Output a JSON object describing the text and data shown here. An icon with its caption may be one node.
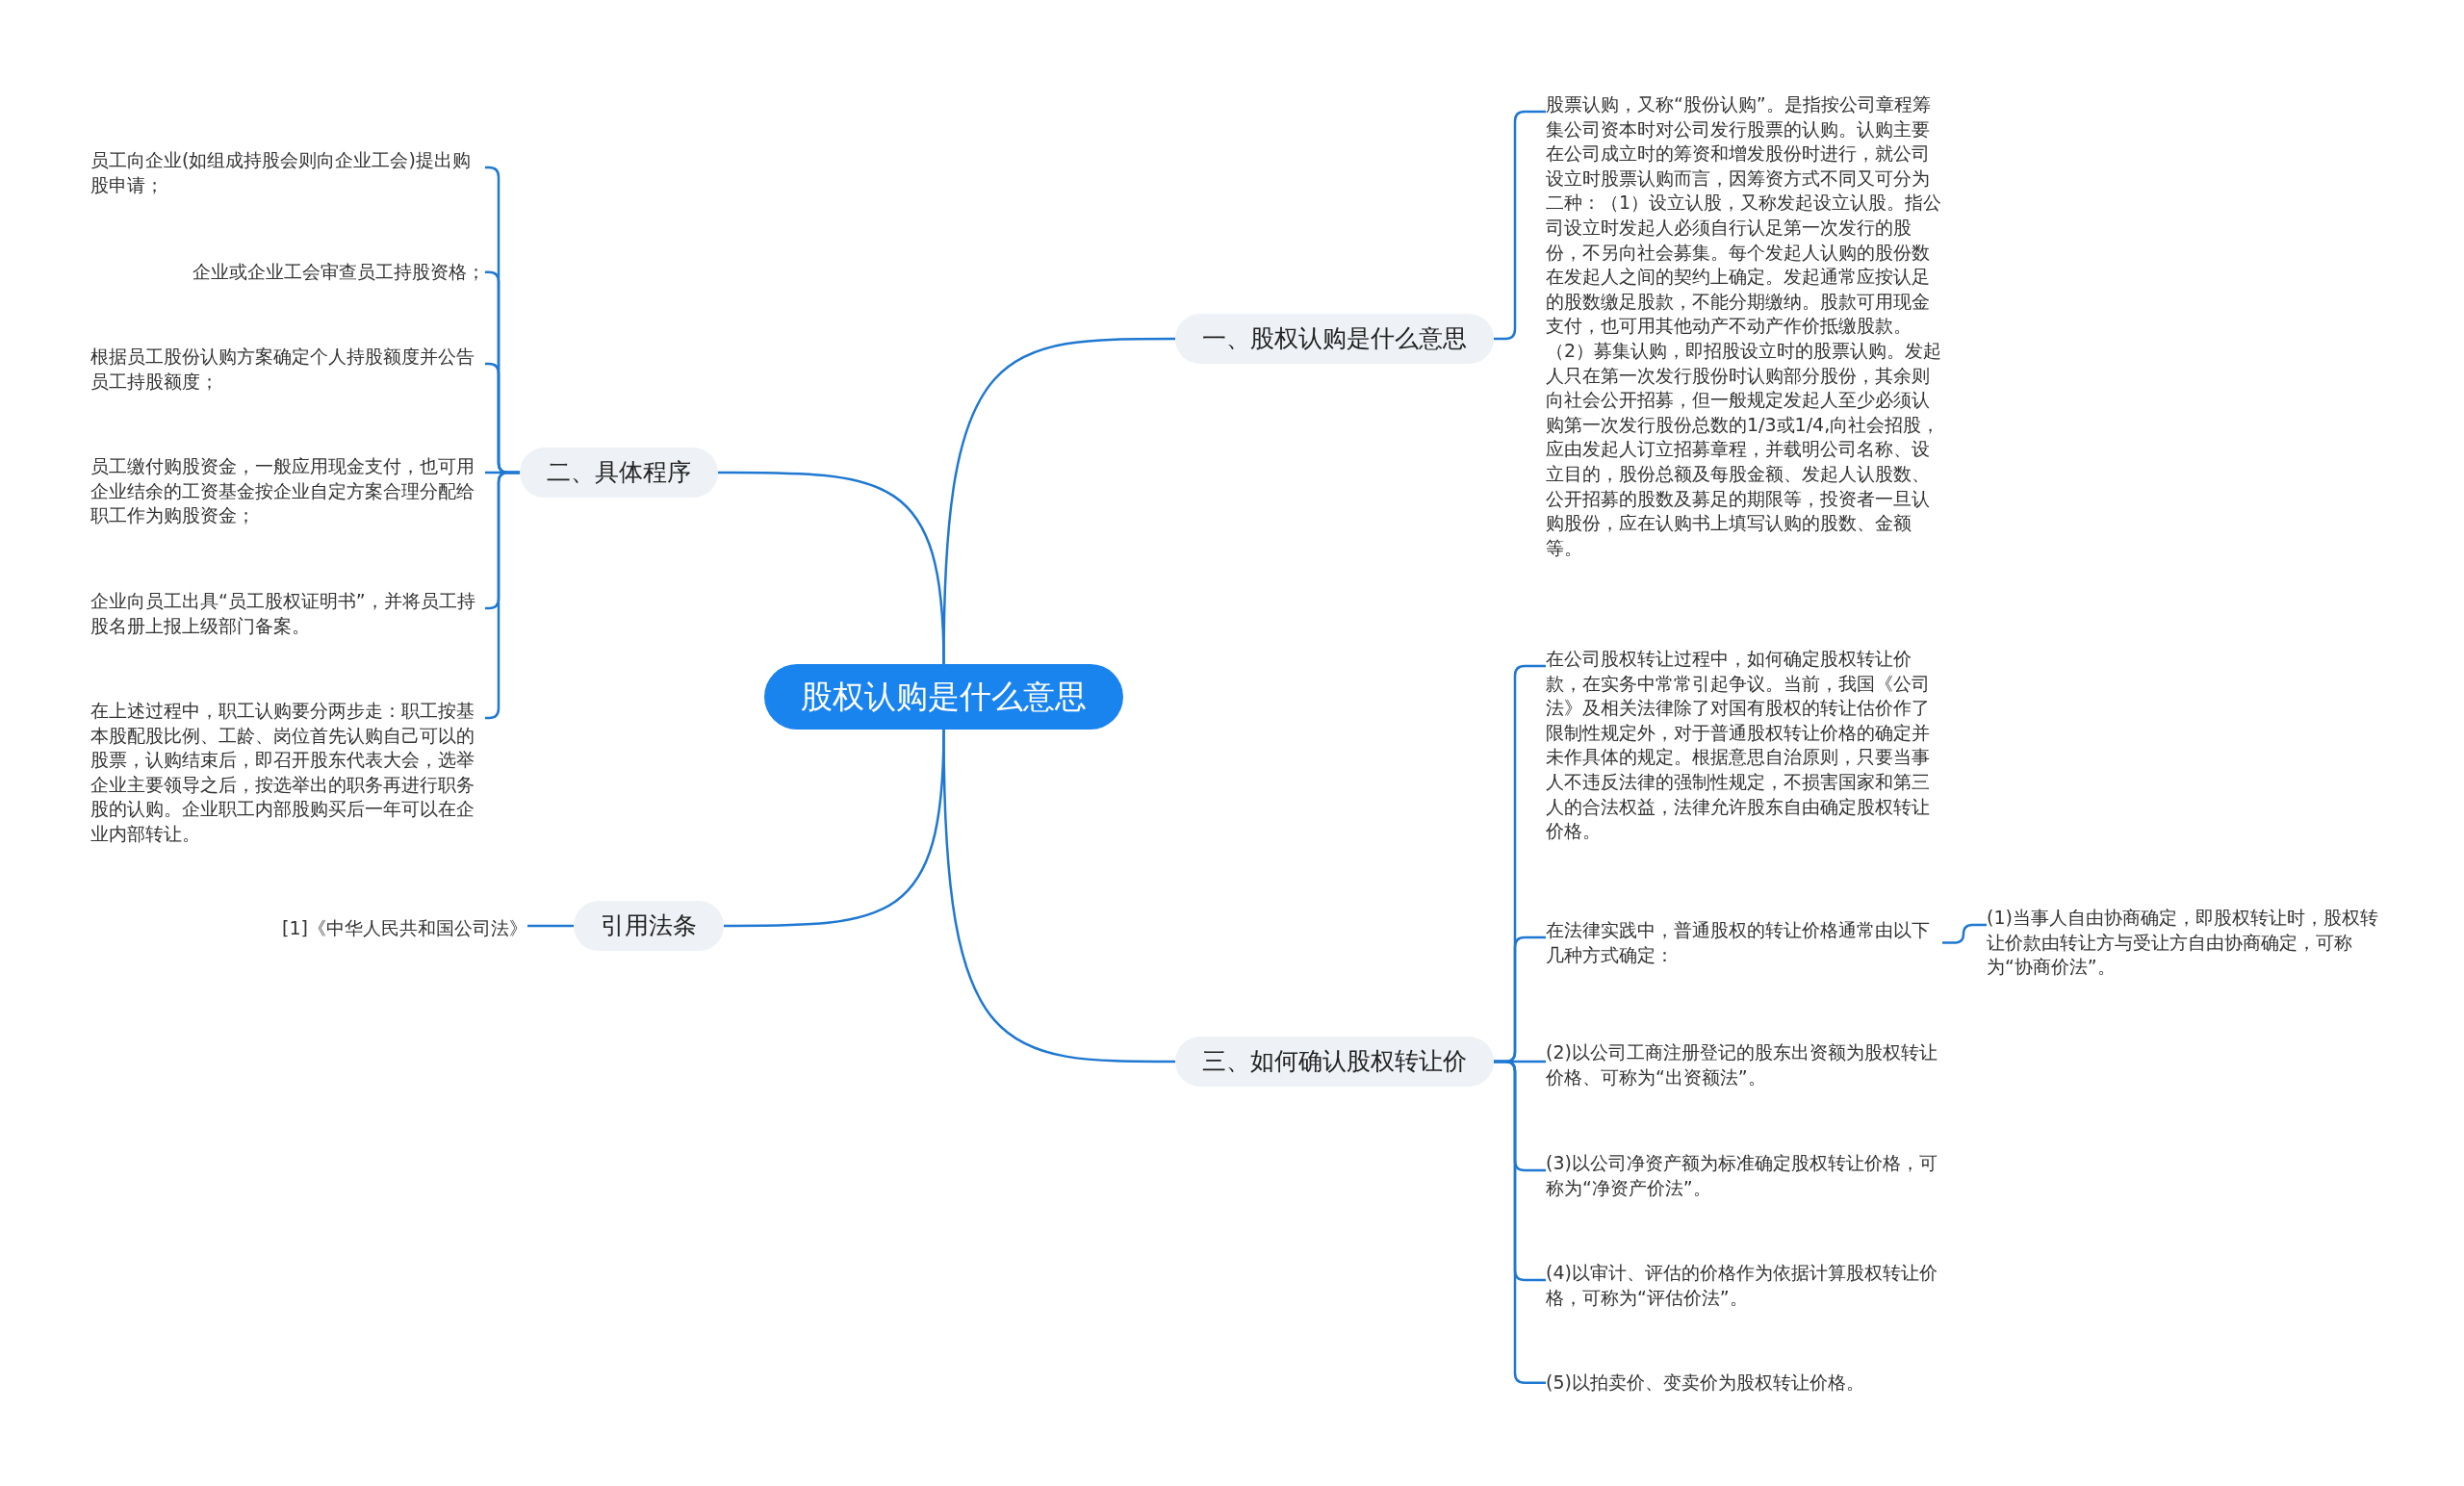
{
  "diagram": {
    "nodes": [
      {
        "text": [
          "股权认购是什么意思"
        ]
      },
      {
        "text": [
          "一、股权认购是什么意思"
        ]
      },
      {
        "text": [
          "股票认购，又称“股份认购”。是指按公司章程筹集公司资本时对公司发行股票的认购。认购主要在公司成立时的筹资和增发股份时进行，就公司设立时股票认购而言，因筹资方式不同又可分为二种：（1）设立认股，又称发起设立认股。指公司设立时发起人必须自行认足第一次发行的股份，不另向社会募集。每个发起人认购的股份数在发起人之间的契约上确定。发起通常应按认足的股数缴足股款，不能分期缴纳。股款可用现金支付，也可用其他动产不动产作价抵缴股款。（2）募集认购，即招股设立时的股票认购。发起人只在第一次发行股份时认购部分股份，其余则向社会公开招募，但一般规定发起人至少必须认购第一次发行股份总数的1/3或1/4,向社会招股，应由发起人订立招募章程，并载明公司名称、设立目的，股份总额及每股金额、发起人认股数、公开招募的股数及募足的期限等，投资者一旦认购股份，应在认购书上填写认购的股数、金额等。"
        ]
      },
      {
        "text": [
          "二、具体程序"
        ]
      },
      {
        "text": [
          "员工向企业(如组成持股会则向企业工会)提出购股申请；"
        ]
      },
      {
        "text": [
          "企业或企业工会审查员工持股资格；"
        ]
      },
      {
        "text": [
          "根据员工股份认购方案确定个人持股额度并公告员工持股额度；"
        ]
      },
      {
        "text": [
          "员工缴付购股资金，一般应用现金支付，也可用企业结余的工资基金按企业自定方案合理分配给职工作为购股资金；"
        ]
      },
      {
        "text": [
          "企业向员工出具“员工股权证明书”，并将员工持股名册上报上级部门备案。"
        ]
      },
      {
        "text": [
          "在上述过程中，职工认购要分两步走：职工按基本股配股比例、工龄、岗位首先认购自己可以的股票，认购结束后，即召开股东代表大会，选举企业主要领导之后，按选举出的职务再进行职务股的认购。企业职工内部股购买后一年可以在企业内部转让。"
        ]
      },
      {
        "text": [
          "引用法条"
        ]
      },
      {
        "text": [
          "[1]《中华人民共和国公司法》"
        ]
      },
      {
        "text": [
          "三、如何确认股权转让价"
        ]
      },
      {
        "text": [
          "在公司股权转让过程中，如何确定股权转让价款，在实务中常常引起争议。当前，我国《公司法》及相关法律除了对国有股权的转让估价作了限制性规定外，对于普通股权转让价格的确定并未作具体的规定。根据意思自治原则，只要当事人不违反法律的强制性规定，不损害国家和第三人的合法权益，法律允许股东自由确定股权转让价格。"
        ]
      },
      {
        "text": [
          "在法律实践中，普通股权的转让价格通常由以下几种方式确定："
        ]
      },
      {
        "text": [
          "(1)当事人自由协商确定，即股权转让时，股权转让价款由转让方与受让方自由协商确定，可称为“协商价法”。"
        ]
      },
      {
        "text": [
          "(2)以公司工商注册登记的股东出资额为股权转让价格、可称为“出资额法”。"
        ]
      },
      {
        "text": [
          "(3)以公司净资产额为标准确定股权转让价格，可称为“净资产价法”。"
        ]
      },
      {
        "text": [
          "(4)以审计、评估的价格作为依据计算股权转让价格，可称为“评估价法”。"
        ]
      },
      {
        "text": [
          "(5)以拍卖价、变卖价为股权转让价格。"
        ]
      }
    ],
    "edges": [
      {
        "from": 0,
        "to": 1,
        "arrow": "none"
      },
      {
        "from": 1,
        "to": 2,
        "arrow": "none"
      },
      {
        "from": 0,
        "to": 3,
        "arrow": "none"
      },
      {
        "from": 3,
        "to": 4,
        "arrow": "none"
      },
      {
        "from": 3,
        "to": 5,
        "arrow": "none"
      },
      {
        "from": 3,
        "to": 6,
        "arrow": "none"
      },
      {
        "from": 3,
        "to": 7,
        "arrow": "none"
      },
      {
        "from": 3,
        "to": 8,
        "arrow": "none"
      },
      {
        "from": 3,
        "to": 9,
        "arrow": "none"
      },
      {
        "from": 0,
        "to": 10,
        "arrow": "none"
      },
      {
        "from": 10,
        "to": 11,
        "arrow": "none"
      },
      {
        "from": 0,
        "to": 12,
        "arrow": "none"
      },
      {
        "from": 12,
        "to": 13,
        "arrow": "none"
      },
      {
        "from": 12,
        "to": 14,
        "arrow": "none"
      },
      {
        "from": 14,
        "to": 15,
        "arrow": "none"
      },
      {
        "from": 12,
        "to": 16,
        "arrow": "none"
      },
      {
        "from": 12,
        "to": 17,
        "arrow": "none"
      },
      {
        "from": 12,
        "to": 18,
        "arrow": "none"
      },
      {
        "from": 12,
        "to": 19,
        "arrow": "none"
      }
    ]
  }
}
